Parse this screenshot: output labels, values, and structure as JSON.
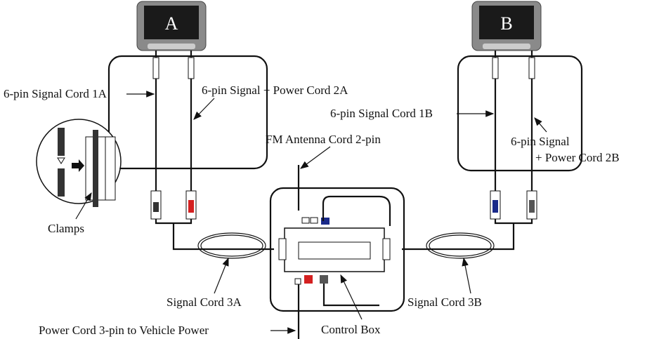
{
  "monitors": {
    "a": "A",
    "b": "B"
  },
  "labels": {
    "signal_cord_1a": "6-pin Signal Cord 1A",
    "power_cord_2a": "6-pin Signal + Power Cord 2A",
    "fm_antenna": "FM Antenna Cord 2-pin",
    "signal_cord_1b": "6-pin Signal Cord 1B",
    "power_cord_2b_line1": "6-pin Signal",
    "power_cord_2b_line2": "+ Power Cord 2B",
    "clamps": "Clamps",
    "signal_cord_3a": "Signal Cord 3A",
    "signal_cord_3b": "Signal Cord 3B",
    "power_cord_3pin": "Power Cord 3-pin to Vehicle Power",
    "control_box": "Control Box"
  },
  "colors": {
    "red_connector": "#d42020",
    "blue_connector": "#1a2a8a",
    "screen": "#1a1a1a"
  }
}
